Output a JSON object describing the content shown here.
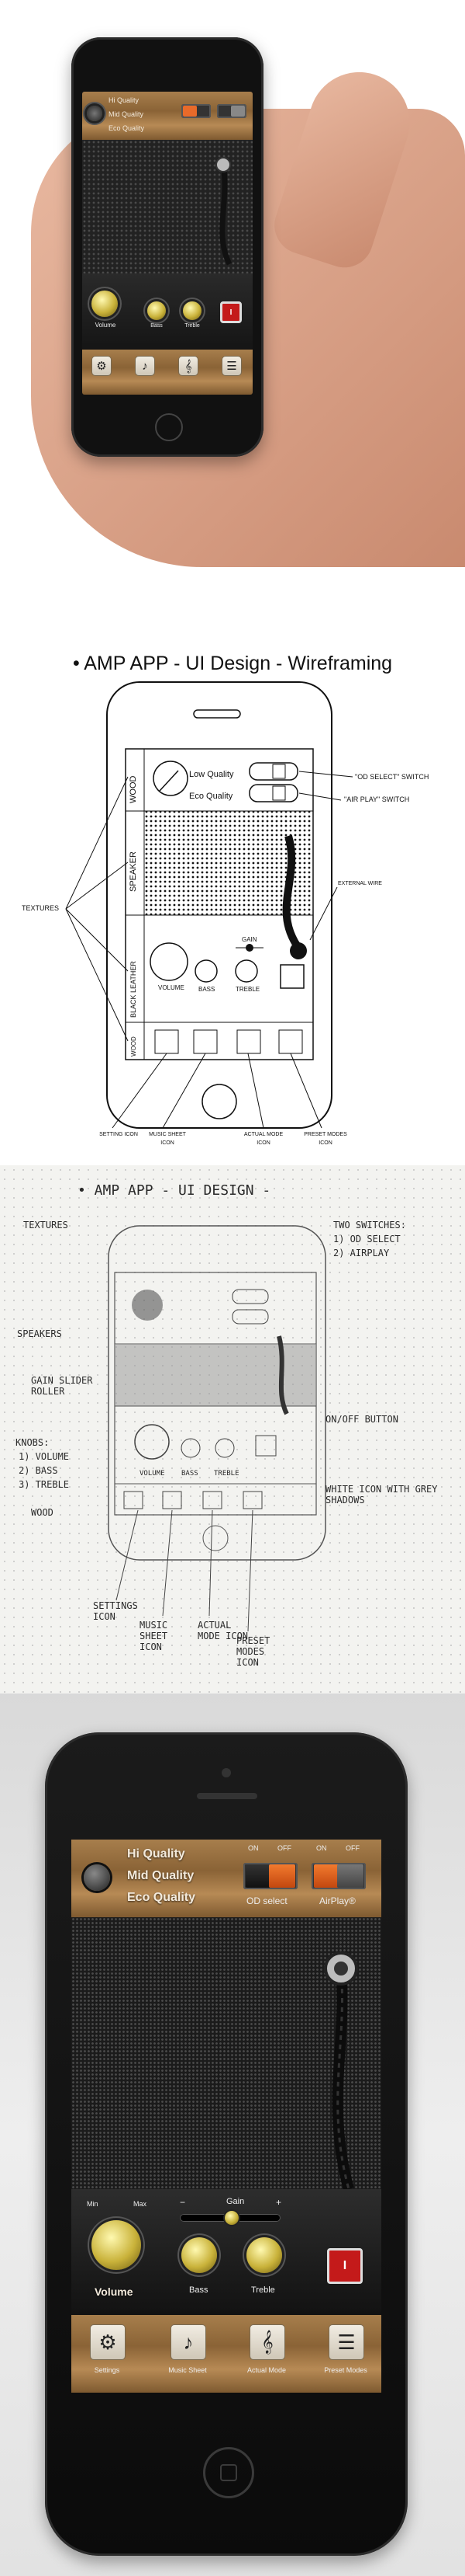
{
  "amp_ui": {
    "quality_options": [
      "Hi Quality",
      "Mid Quality",
      "Eco Quality"
    ],
    "switch_labels": {
      "on": "ON",
      "off": "OFF"
    },
    "switches": [
      "OD select",
      "AirPlay®"
    ],
    "gain_label": "Gain",
    "gain_min": "−",
    "gain_max": "+",
    "min_label": "Min",
    "max_label": "Max",
    "knobs": [
      "Volume",
      "Bass",
      "Treble"
    ],
    "power_symbol": "I",
    "bottom_icons": [
      "Settings",
      "Music Sheet",
      "Actual Mode",
      "Preset Modes"
    ]
  },
  "wireframe": {
    "title": "• AMP APP - UI Design - Wireframing",
    "quality_options": [
      "Low Quality",
      "Eco Quality"
    ],
    "sections": [
      "WOOD",
      "SPEAKER",
      "BLACK LEATHER",
      "WOOD"
    ],
    "knobs": [
      "VOLUME",
      "BASS",
      "TREBLE"
    ],
    "gain_label": "GAIN",
    "annotations": {
      "od_select": "\"OD SELECT\" SWITCH",
      "air_play": "\"AIR PLAY\" SWITCH",
      "external_wire": "EXTERNAL WIRE",
      "textures": "TEXTURES",
      "settings_icon": "SETTING ICON",
      "music_sheet_icon": "MUSIC SHEET ICON",
      "actual_mode_icon": "ACTUAL MODE ICON",
      "preset_modes_icon": "PRESET MODES ICON"
    }
  },
  "sketch": {
    "title": "• AMP APP - UI DESIGN -",
    "notes": {
      "textures": "TEXTURES",
      "speakers": "SPEAKERS",
      "gain": "GAIN SLIDER ROLLER",
      "knobs": "KNOBS:",
      "knob_list": [
        "1) VOLUME",
        "2) BASS",
        "3) TREBLE"
      ],
      "wood": "WOOD",
      "two_switches": "TWO SWITCHES:",
      "switch_list": [
        "1) OD SELECT",
        "2) AIRPLAY"
      ],
      "on_off": "ON/OFF BUTTON",
      "white_icon": "WHITE ICON WITH GREY SHADOWS",
      "settings": "SETTINGS ICON",
      "music": "MUSIC SHEET ICON",
      "actual": "ACTUAL MODE ICON",
      "preset": "PRESET MODES ICON",
      "knob_row": [
        "VOLUME",
        "BASS",
        "TREBLE"
      ]
    }
  }
}
